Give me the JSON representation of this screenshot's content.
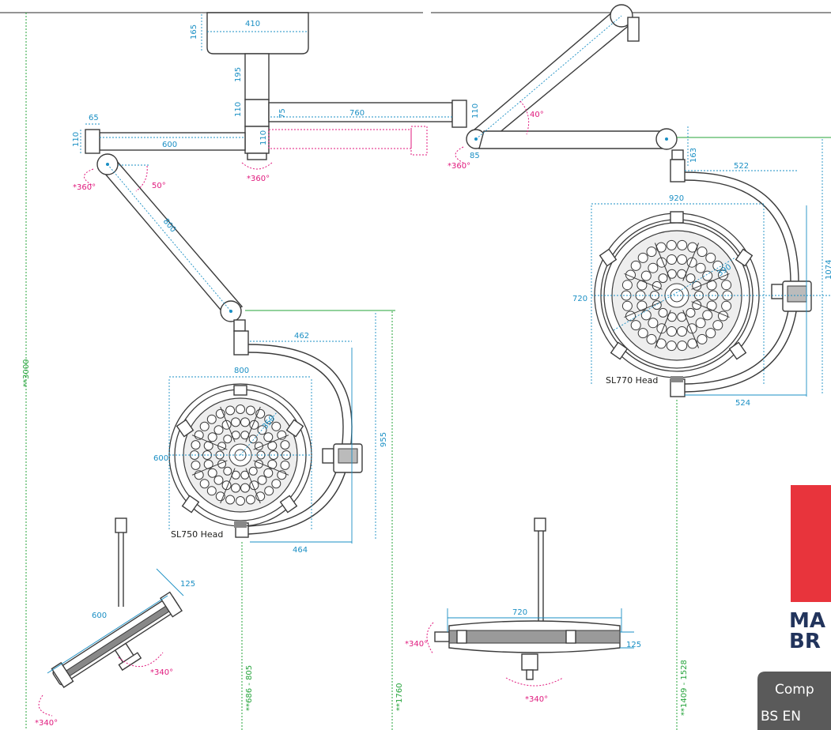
{
  "colors": {
    "dimension": "#1a8fc4",
    "angle": "#e0197d",
    "height": "#24a33a",
    "brand_red": "#e8343c",
    "brand_navy": "#22345c",
    "badge": "#5a5a5a"
  },
  "heads": {
    "sl750": "SL750 Head",
    "sl770": "SL770 Head"
  },
  "dims": {
    "top_plate_w": "410",
    "top_plate_h": "165",
    "column": "195",
    "hub_upper": "110",
    "hub_lower": "110",
    "offset_75": "75",
    "arm_760": "760",
    "right_knuckle": "110",
    "left_arm_600": "600",
    "left_end_65": "65",
    "left_end_110": "110",
    "arm_800": "800",
    "sl750_yoke": "462",
    "sl750_width": "800",
    "sl750_height": "600",
    "sl750_inner": "350",
    "sl750_drop": "955",
    "sl750_bottom": "464",
    "joint_85": "85",
    "yoke_163": "163",
    "sl770_yoke": "522",
    "sl770_width": "920",
    "sl770_height": "720",
    "sl770_inner": "390",
    "sl770_drop": "1074",
    "sl770_bottom": "524",
    "tilt_600": "600",
    "tilt_125": "125",
    "side_720": "720",
    "side_125": "125"
  },
  "angles": {
    "rot_left_joint": "*360°",
    "rot_hub": "*360°",
    "rot_right_joint": "*360°",
    "left_arm": "50°",
    "right_arm": "40°",
    "tilt_a": "*340°",
    "tilt_b": "*340°",
    "side_a": "*340°",
    "side_b": "*340°"
  },
  "heights": {
    "total": "**3000",
    "h1": "**686 - 805",
    "h2": "**1760",
    "h3": "**1409 - 1528"
  },
  "brand": {
    "line1": "MA",
    "line2": "BR"
  },
  "compliance": {
    "line1": "Comp",
    "line2": "BS EN"
  }
}
